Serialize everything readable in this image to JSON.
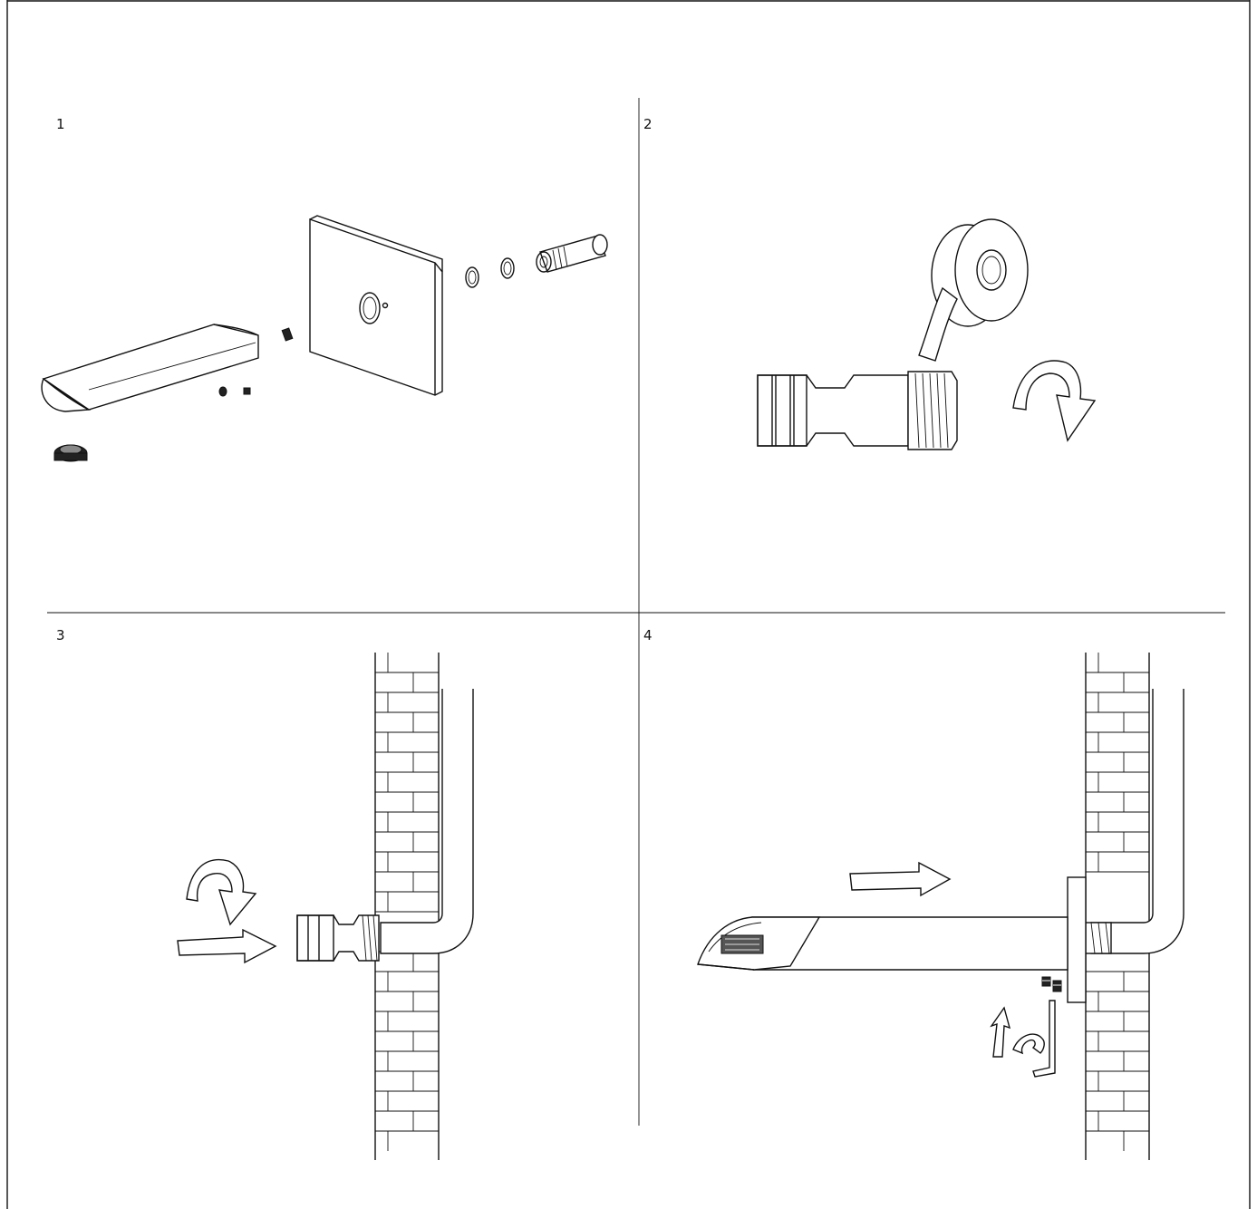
{
  "steps": [
    {
      "number": "1"
    },
    {
      "number": "2"
    },
    {
      "number": "3"
    },
    {
      "number": "4"
    }
  ],
  "colors": {
    "line": "#111111",
    "background": "#ffffff"
  }
}
